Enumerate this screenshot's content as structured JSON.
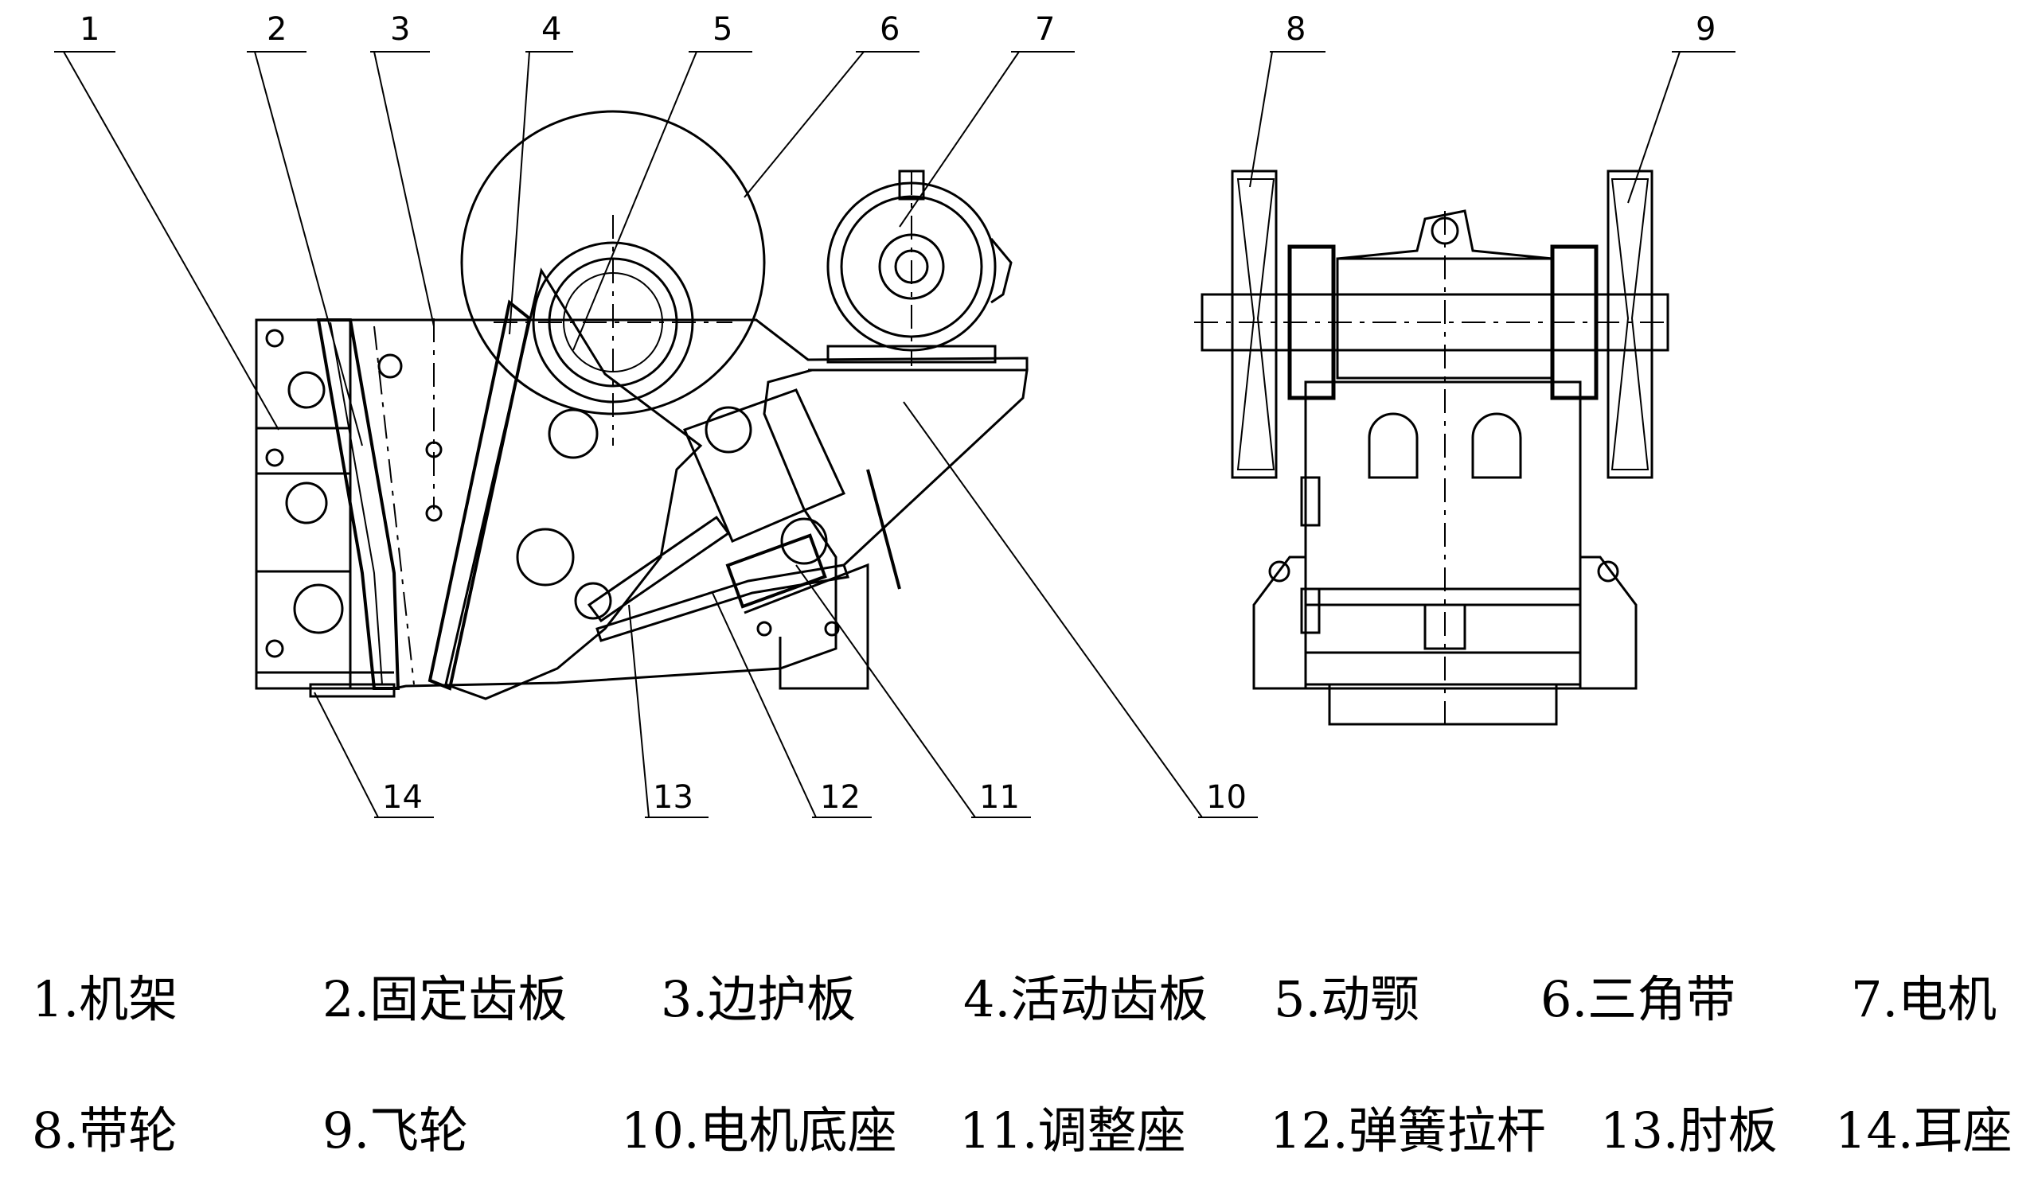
{
  "callouts": [
    "1",
    "2",
    "3",
    "4",
    "5",
    "6",
    "7",
    "8",
    "9",
    "10",
    "11",
    "12",
    "13",
    "14"
  ],
  "legend": [
    "1.机架",
    "2.固定齿板",
    "3.边护板",
    "4.活动齿板",
    "5.动颚",
    "6.三角带",
    "7.电机",
    "8.带轮",
    "9.飞轮",
    "10.电机底座",
    "11.调整座",
    "12.弹簧拉杆",
    "13.肘板",
    "14.耳座"
  ]
}
